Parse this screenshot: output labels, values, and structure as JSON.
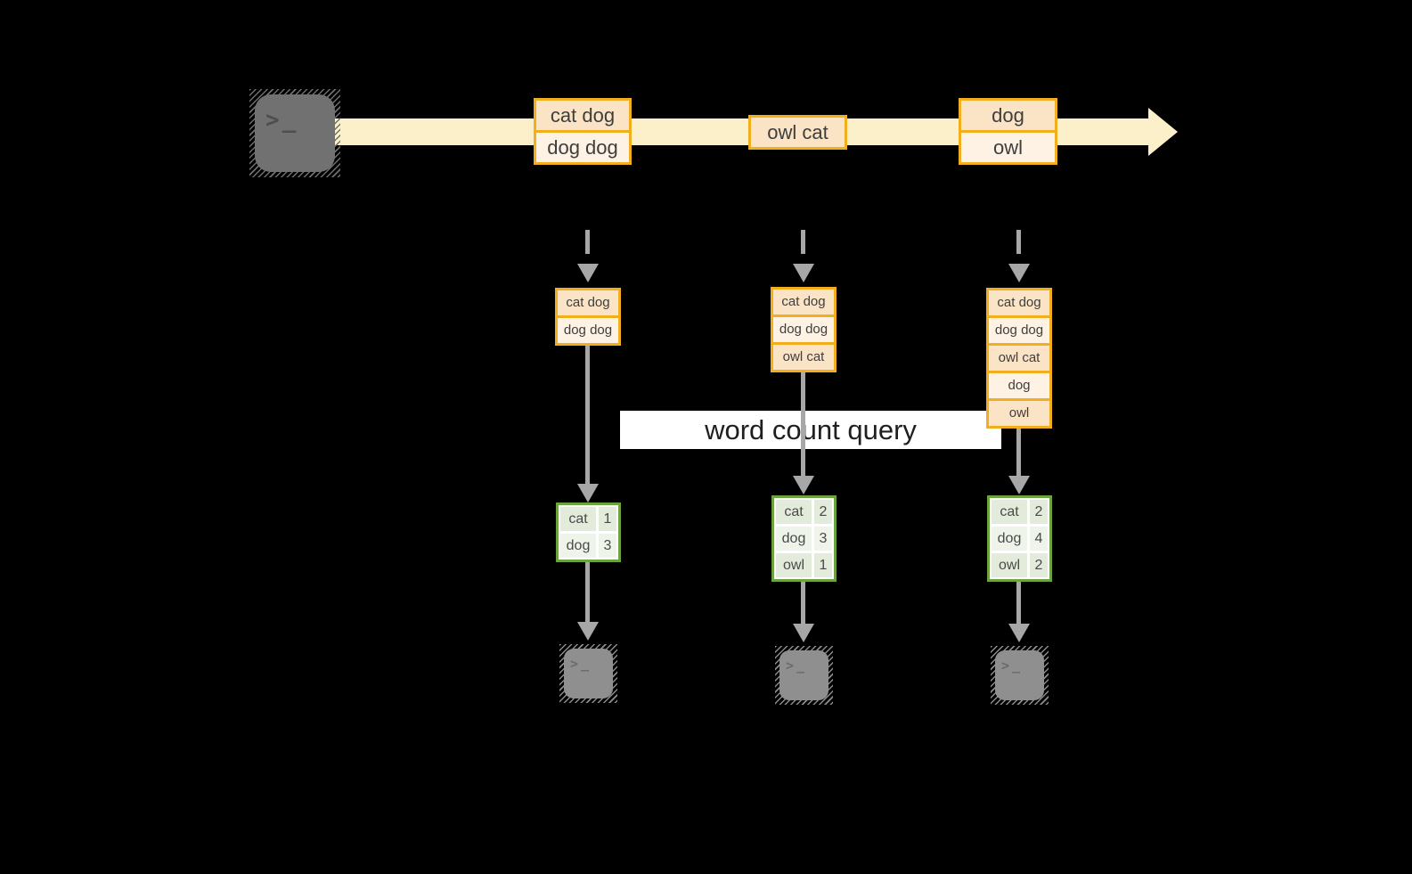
{
  "colors": {
    "background": "#000000",
    "stream_band": "#FCF0CB",
    "event_border": "#F2AF1D",
    "event_fill_dark": "#FBE3C5",
    "event_fill_light": "#FDF2E3",
    "table_border": "#6DA33E",
    "table_fill_dark": "#E3EBDA",
    "table_fill_light": "#EFF4EA",
    "arrow_gray": "#A7A7A7",
    "banner_bg": "#FFFFFF"
  },
  "banner": {
    "label": "word count query"
  },
  "source_terminal": {
    "glyph": ">_"
  },
  "sink_terminal": {
    "glyph": ">_"
  },
  "stream": {
    "event_groups": [
      {
        "rows": [
          "cat dog",
          "dog dog"
        ]
      },
      {
        "rows": [
          "owl cat"
        ]
      },
      {
        "rows": [
          "dog",
          "owl"
        ]
      }
    ]
  },
  "columns": [
    {
      "buffer": [
        "cat dog",
        "dog dog"
      ],
      "counts": [
        {
          "word": "cat",
          "count": "1"
        },
        {
          "word": "dog",
          "count": "3"
        }
      ]
    },
    {
      "buffer": [
        "cat dog",
        "dog dog",
        "owl cat"
      ],
      "counts": [
        {
          "word": "cat",
          "count": "2"
        },
        {
          "word": "dog",
          "count": "3"
        },
        {
          "word": "owl",
          "count": "1"
        }
      ]
    },
    {
      "buffer": [
        "cat dog",
        "dog dog",
        "owl cat",
        "dog",
        "owl"
      ],
      "counts": [
        {
          "word": "cat",
          "count": "2"
        },
        {
          "word": "dog",
          "count": "4"
        },
        {
          "word": "owl",
          "count": "2"
        }
      ]
    }
  ]
}
